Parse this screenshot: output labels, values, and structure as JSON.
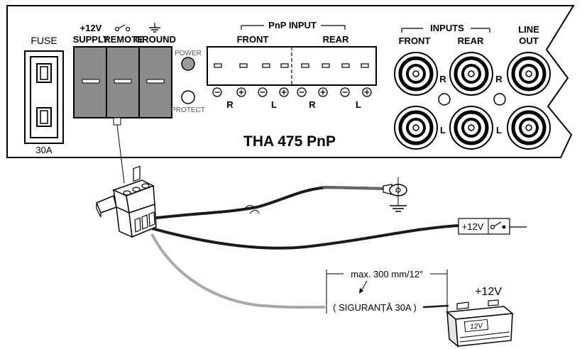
{
  "panel": {
    "fuse_label": "FUSE",
    "fuse_rating": "30A",
    "supply_top": "+12V",
    "supply_label": "SUPPLY",
    "remote_label": "REMOTE",
    "ground_label": "GROUND",
    "power_led": "POWER",
    "protect_led": "PROTECT",
    "pnp_input_title": "PnP INPUT",
    "pnp_front": "FRONT",
    "pnp_rear": "REAR",
    "model": "THA 475 PnP",
    "inputs_title": "INPUTS",
    "inputs_front": "FRONT",
    "inputs_rear": "REAR",
    "line_out_1": "LINE",
    "line_out_2": "OUT",
    "channel_R": "R",
    "channel_L": "L"
  },
  "pnp_channels": [
    "R",
    "L",
    "R",
    "L"
  ],
  "wiring": {
    "remote_label": "+12V",
    "fuse_distance": "max. 300 mm/12\"",
    "fuse_label": "( SIGURANȚĂ 30A )",
    "battery_label": "+12V",
    "battery_face": "12V"
  },
  "colors": {
    "terminal_gray": "#8c8c8c",
    "wire_black": "#1a1a1a",
    "wire_gray": "#a8a8a8"
  },
  "icons": [
    "switch-icon",
    "ground-icon",
    "ground-symbol-icon",
    "remote-switch-icon"
  ]
}
